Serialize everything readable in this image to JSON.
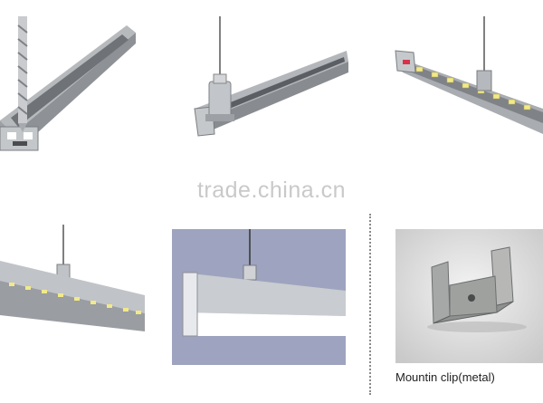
{
  "watermark_text": "trade.china.cn",
  "caption_text": "Mountin clip(metal)",
  "colors": {
    "page_background": "#ffffff",
    "profile_aluminum": "#b9bcc0",
    "led_chip": "#f2e98a",
    "render_backdrop": "#9ea4bf",
    "watermark": "#c9c9c9"
  },
  "panels": [
    {
      "name": "profile-with-drill-bit"
    },
    {
      "name": "profile-suspension-mount"
    },
    {
      "name": "profile-with-led-strip"
    },
    {
      "name": "suspended-profile-with-leds"
    },
    {
      "name": "suspended-profile-with-diffuser"
    },
    {
      "name": "mounting-clip-photo"
    }
  ]
}
